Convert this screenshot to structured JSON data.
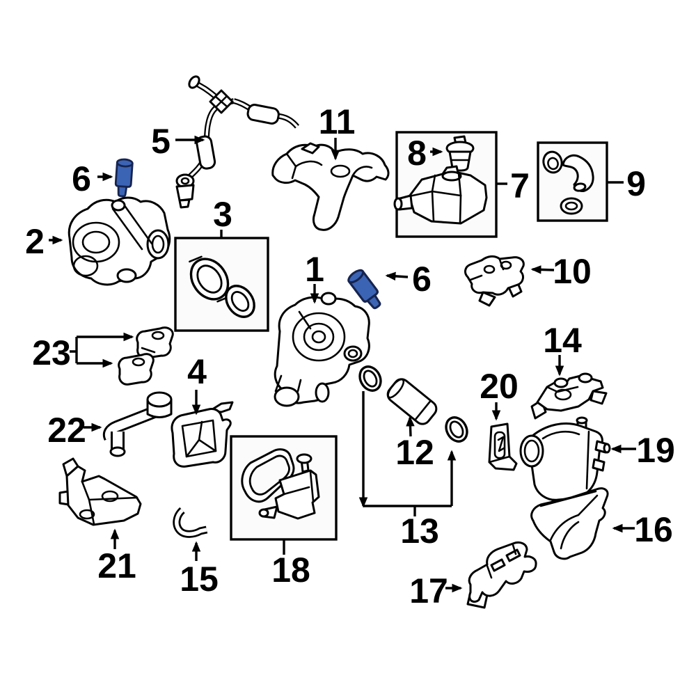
{
  "diagram": {
    "type": "exploded-parts-diagram",
    "background_color": "#ffffff",
    "line_color": "#000000",
    "highlight_color": "#3c64b5",
    "highlight_outline_color": "#16244f",
    "highlighted_callout": "6",
    "boxed_callouts": [
      "3",
      "7",
      "9",
      "18"
    ],
    "callouts": {
      "p1": "1",
      "p2": "2",
      "p3": "3",
      "p4": "4",
      "p5": "5",
      "p6a": "6",
      "p6b": "6",
      "p7": "7",
      "p8": "8",
      "p9": "9",
      "p10": "10",
      "p11": "11",
      "p12": "12",
      "p13": "13",
      "p14": "14",
      "p15": "15",
      "p16": "16",
      "p17": "17",
      "p18": "18",
      "p19": "19",
      "p20": "20",
      "p21": "21",
      "p22": "22",
      "p23": "23"
    }
  }
}
